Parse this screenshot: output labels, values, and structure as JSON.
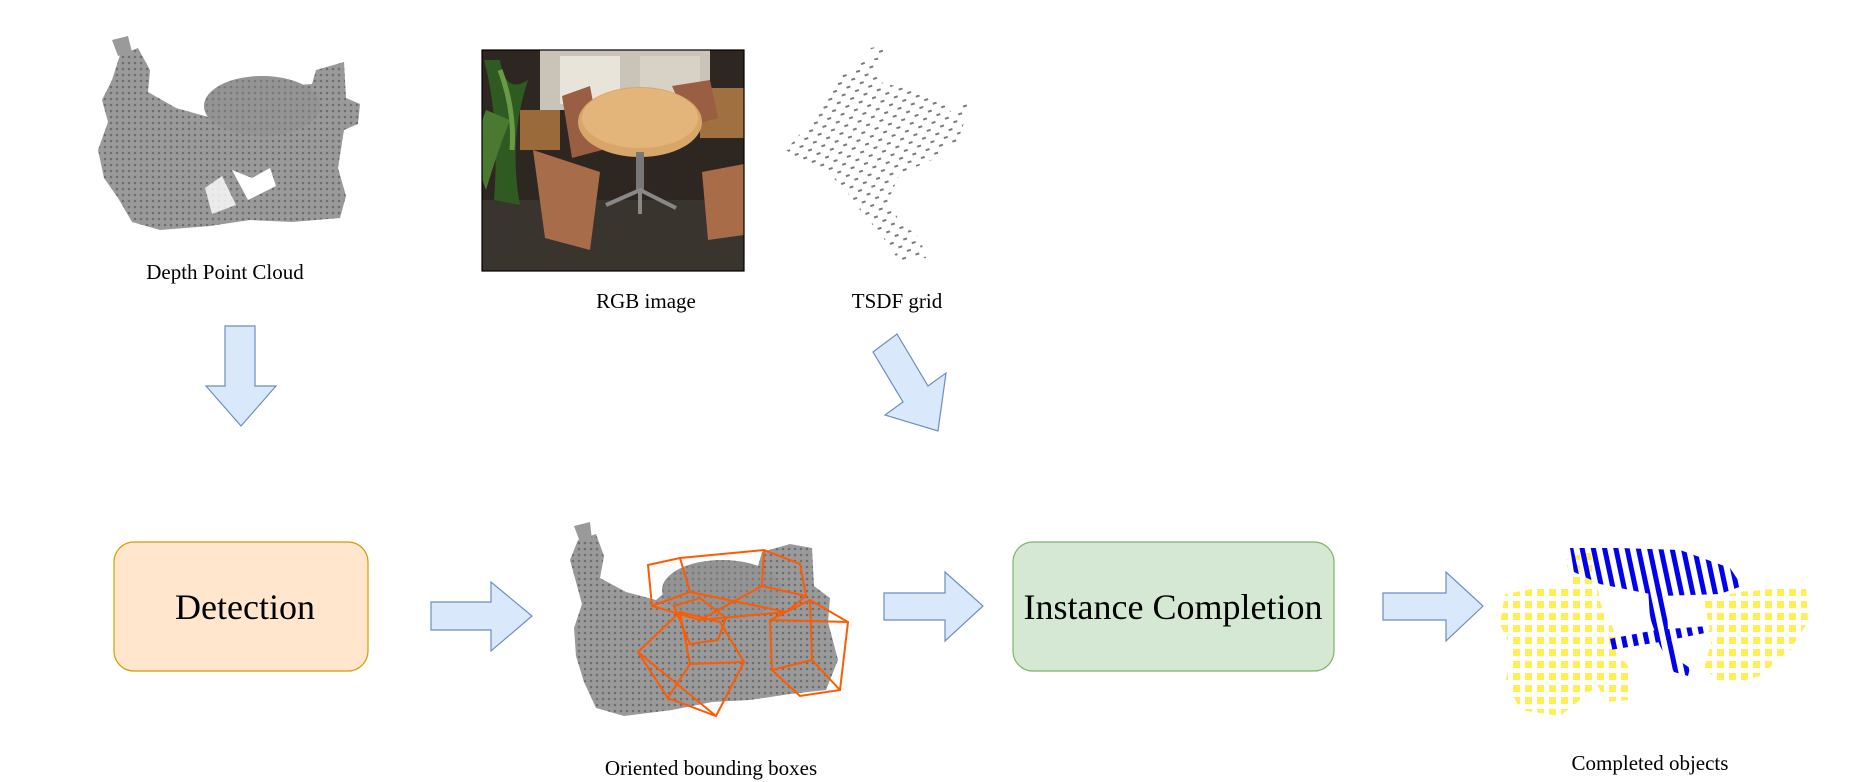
{
  "captions": {
    "depth_point_cloud": "Depth Point Cloud",
    "rgb_image": "RGB image",
    "tsdf_grid": "TSDF grid",
    "oriented_bounding_boxes": "Oriented bounding boxes",
    "completed_objects": "Completed objects"
  },
  "boxes": {
    "detection": {
      "label": "Detection",
      "fill": "#ffe6cc",
      "stroke": "#d79b00"
    },
    "instance_completion": {
      "label": "Instance Completion",
      "fill": "#d5e8d4",
      "stroke": "#82b366"
    }
  },
  "colors": {
    "arrow_fill": "#dae8fc",
    "arrow_stroke": "#6c8ebf",
    "point_cloud": "#8a8a8a",
    "bounding_box": "#ff5a00",
    "completed_blue": "#0000ee",
    "completed_yellow": "#ffee55"
  },
  "icons": {
    "depth_point_cloud": "point-cloud-scan",
    "rgb_image": "photo-table-and-chairs",
    "tsdf_grid": "sparse-voxel-grid",
    "oriented_bounding_boxes": "point-cloud-with-wireframe-boxes",
    "completed_objects": "voxel-objects"
  }
}
